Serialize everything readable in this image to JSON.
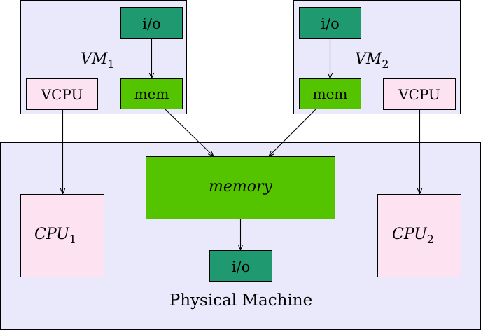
{
  "diagram": {
    "physical_machine": {
      "label": "Physical Machine",
      "memory": "memory",
      "io": "i/o",
      "cpu1": {
        "base": "CPU",
        "sub": "1"
      },
      "cpu2": {
        "base": "CPU",
        "sub": "2"
      }
    },
    "vm1": {
      "name": {
        "base": "VM",
        "sub": "1"
      },
      "io": "i/o",
      "mem": "mem",
      "vcpu": "VCPU"
    },
    "vm2": {
      "name": {
        "base": "VM",
        "sub": "2"
      },
      "io": "i/o",
      "mem": "mem",
      "vcpu": "VCPU"
    },
    "colors": {
      "container_fill": "#eae8fb",
      "io_fill": "#1f9a70",
      "mem_fill": "#55c400",
      "cpu_fill": "#fde3f2",
      "stroke": "#000000"
    }
  }
}
